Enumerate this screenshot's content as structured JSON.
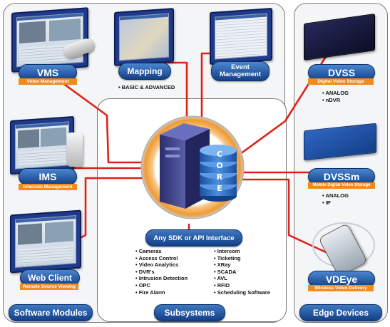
{
  "colors": {
    "connector": "#e0201a",
    "pill_blue": "#1c4c96",
    "orange": "#f28a1c",
    "panel_border": "#7a7a7a"
  },
  "sections": {
    "software_modules": "Software Modules",
    "subsystems": "Subsystems",
    "edge_devices": "Edge Devices"
  },
  "core": {
    "letters": [
      "C",
      "O",
      "R",
      "E"
    ],
    "interface": "Any SDK or API Interface"
  },
  "modules": {
    "vms": {
      "name": "VMS",
      "desc": "Video Management"
    },
    "ims": {
      "name": "IMS",
      "desc": "Intercom Management"
    },
    "web": {
      "name": "Web Client",
      "desc": "Remote Source Viewing"
    },
    "mapping": {
      "name": "Mapping",
      "bullets": [
        "BASIC & ADVANCED"
      ]
    },
    "event": {
      "name": "Event Management"
    }
  },
  "edge": {
    "dvss": {
      "name": "DVSS",
      "desc": "Digital Video Storage",
      "bullets": [
        "ANALOG",
        "nDVR"
      ]
    },
    "dvssm": {
      "name": "DVSSm",
      "desc": "Mobile Digital Video Storage",
      "bullets": [
        "ANALOG",
        "IP"
      ]
    },
    "vdeye": {
      "name": "VDEye",
      "desc": "Wireless Video Delivery"
    }
  },
  "subsystems_list": {
    "left": [
      "Cameras",
      "Access Control",
      "Video Analytics",
      "DVR's",
      "Intrusion Detection",
      "OPC",
      "Fire Alarm"
    ],
    "right": [
      "Intercom",
      "Ticketing",
      "XRay",
      "SCADA",
      "AVL",
      "RFID",
      "Scheduling Software"
    ]
  }
}
